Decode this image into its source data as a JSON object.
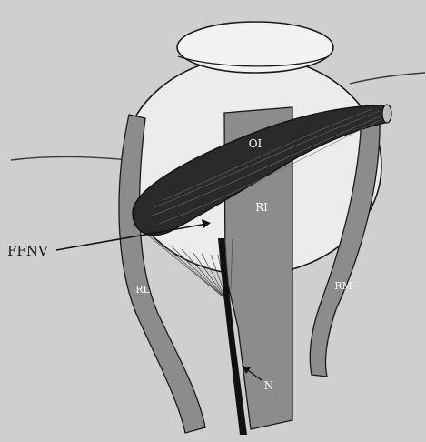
{
  "labels": {
    "oi": "OI",
    "ri": "RI",
    "rl": "RL",
    "rm": "RM",
    "n": "N",
    "ffnv": "FFNV"
  },
  "colors": {
    "background": "#cfcfcf",
    "eyeball": "#ececec",
    "muscle_gray": "#8c8c8c",
    "oblique_dark": "#2a2a2a",
    "outline": "#1a1a1a"
  }
}
